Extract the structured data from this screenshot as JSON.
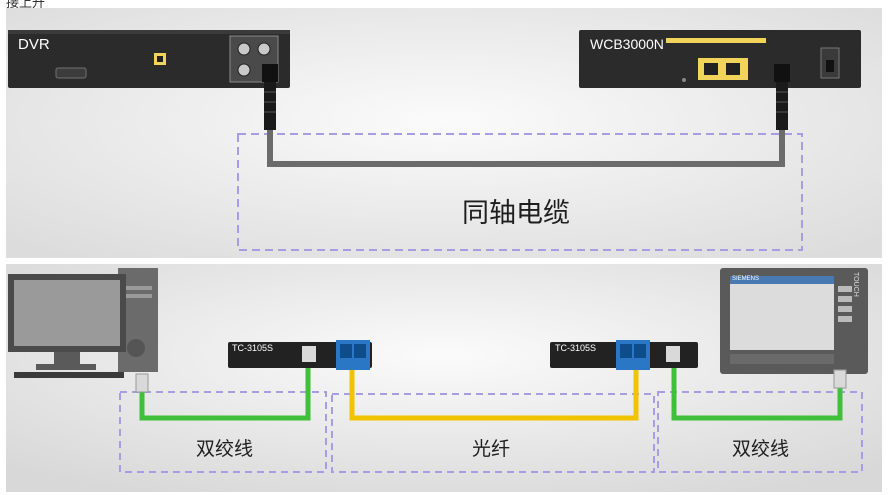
{
  "fragment_text": "接上升",
  "top": {
    "dvr_label": "DVR",
    "wcb_label": "WCB3000N",
    "cable_label": "同轴电缆"
  },
  "bottom": {
    "converter_left_label": "TC-3105S",
    "converter_right_label": "TC-3105S",
    "hmi_brand": "SIEMENS",
    "hmi_side_text": "TOUCH",
    "twisted_pair_left_label": "双绞线",
    "fiber_label": "光纤",
    "twisted_pair_right_label": "双绞线"
  },
  "colors": {
    "twisted_pair": "#3fbf3a",
    "fiber": "#f2c300",
    "coax": "#6b6b6b",
    "dashed_box": "#a79de3"
  }
}
